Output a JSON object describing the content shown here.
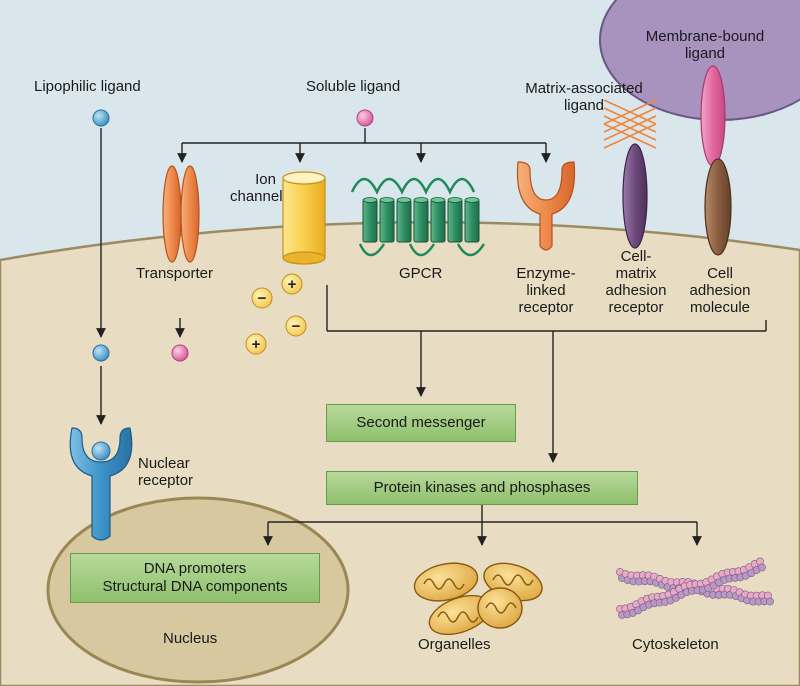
{
  "labels": {
    "lipophilic_ligand": "Lipophilic ligand",
    "soluble_ligand": "Soluble ligand",
    "matrix_ligand": "Matrix-associated ligand",
    "membrane_ligand": "Membrane-bound ligand",
    "ion_channel": "Ion channel",
    "transporter": "Transporter",
    "gpcr": "GPCR",
    "enzyme_receptor": "Enzyme-linked receptor",
    "cell_matrix_receptor": "Cell-matrix adhesion receptor",
    "cell_adhesion_molecule": "Cell adhesion molecule",
    "nuclear_receptor": "Nuclear receptor",
    "nucleus": "Nucleus",
    "organelles": "Organelles",
    "cytoskeleton": "Cytoskeleton"
  },
  "label_lines": {
    "membrane_ligand": [
      "Membrane-bound",
      "ligand"
    ],
    "matrix_ligand": [
      "Matrix-associated",
      "ligand"
    ],
    "ion_channel": [
      "Ion",
      "channel"
    ],
    "enzyme_receptor": [
      "Enzyme-",
      "linked",
      "receptor"
    ],
    "cell_matrix_receptor": [
      "Cell-",
      "matrix",
      "adhesion",
      "receptor"
    ],
    "cell_adhesion_molecule": [
      "Cell",
      "adhesion",
      "molecule"
    ],
    "nuclear_receptor": [
      "Nuclear",
      "receptor"
    ]
  },
  "boxes": {
    "second_messenger": "Second messenger",
    "protein_kinases": "Protein kinases and phosphases",
    "dna_line1": "DNA promoters",
    "dna_line2": "Structural DNA components"
  },
  "ion_charges": [
    "−",
    "+",
    "−",
    "+"
  ],
  "colors": {
    "extracellular": "#d9e6ec",
    "cytoplasm": "#e8dcc2",
    "nucleus": "#d7c89f",
    "box_green": "#a7d087",
    "ligand_blue": "#5ba4d4",
    "ligand_pink": "#e06aa8",
    "membrane_cell": "#a893bf"
  }
}
